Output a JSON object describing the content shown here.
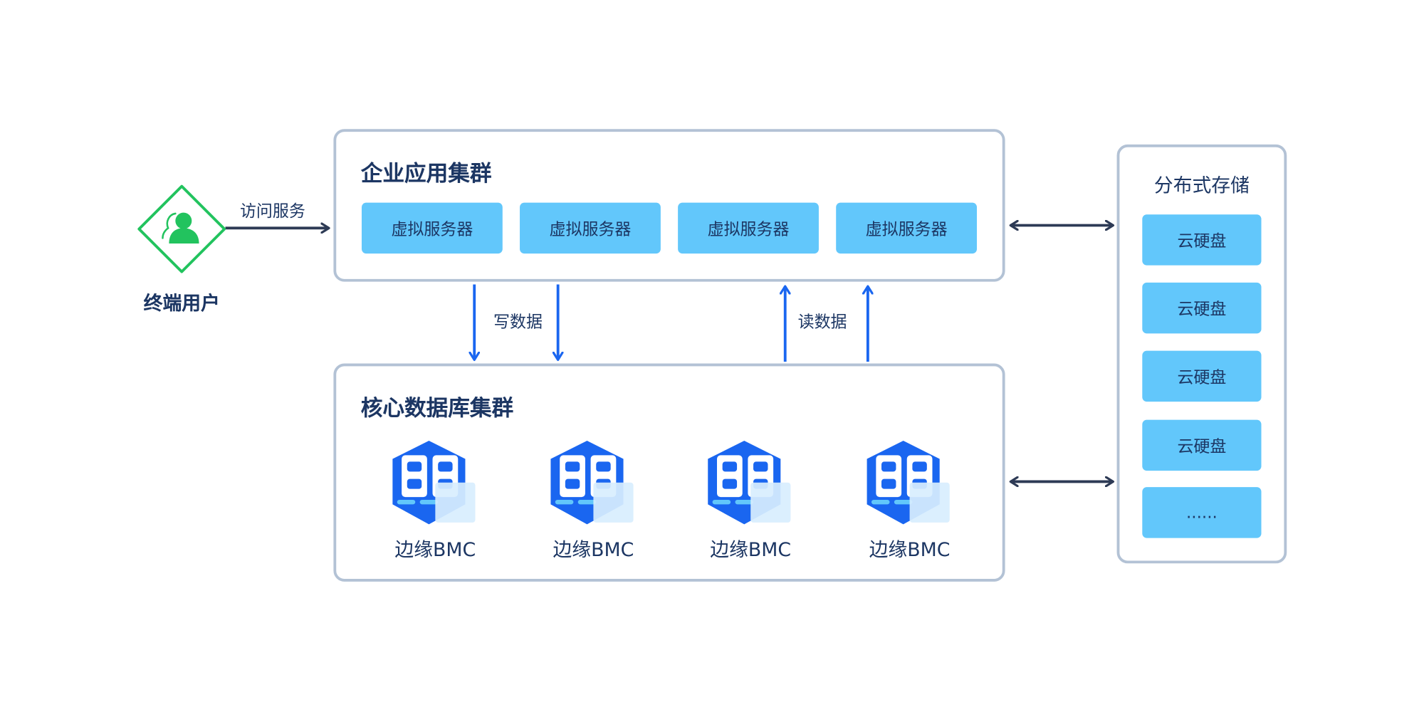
{
  "end_user": {
    "label": "终端用户",
    "icon": "user-icon",
    "color": "#22c35e"
  },
  "access_arrow": {
    "label": "访问服务"
  },
  "app_cluster": {
    "title": "企业应用集群",
    "servers": [
      {
        "label": "虚拟服务器"
      },
      {
        "label": "虚拟服务器"
      },
      {
        "label": "虚拟服务器"
      },
      {
        "label": "虚拟服务器"
      }
    ]
  },
  "write_arrow": {
    "label": "写数据"
  },
  "read_arrow": {
    "label": "读数据"
  },
  "db_cluster": {
    "title": "核心数据库集群",
    "nodes": [
      {
        "label": "边缘BMC",
        "icon": "bmc-server-icon"
      },
      {
        "label": "边缘BMC",
        "icon": "bmc-server-icon"
      },
      {
        "label": "边缘BMC",
        "icon": "bmc-server-icon"
      },
      {
        "label": "边缘BMC",
        "icon": "bmc-server-icon"
      }
    ]
  },
  "storage": {
    "title": "分布式存储",
    "disks": [
      {
        "label": "云硬盘"
      },
      {
        "label": "云硬盘"
      },
      {
        "label": "云硬盘"
      },
      {
        "label": "云硬盘"
      },
      {
        "label": "......"
      }
    ]
  },
  "colors": {
    "panel_border": "#b3c2d5",
    "chip_fill": "#62c7fb",
    "text": "#1c3663",
    "flow_arrow": "#1a66f0",
    "link_arrow": "#2d3a55"
  }
}
